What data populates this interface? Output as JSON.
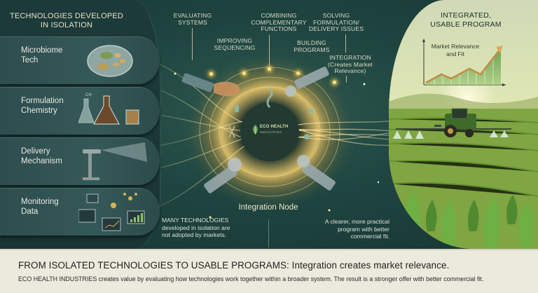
{
  "left_panel": {
    "title_line1": "TECHNOLOGIES DEVELOPED",
    "title_line2": "IN ISOLATION",
    "items": [
      {
        "label_line1": "Microbiome",
        "label_line2": "Tech",
        "icon": "petri-dish-icon"
      },
      {
        "label_line1": "Formulation",
        "label_line2": "Chemistry",
        "icon": "lab-flasks-icon"
      },
      {
        "label_line1": "Delivery",
        "label_line2": "Mechanism",
        "icon": "spray-nozzle-icon"
      },
      {
        "label_line1": "Monitoring",
        "label_line2": "Data",
        "icon": "data-monitors-icon"
      }
    ]
  },
  "center": {
    "process_labels": [
      {
        "line1": "EVALUATING",
        "line2": "SYSTEMS"
      },
      {
        "line1": "IMPROVING",
        "line2": "SEQUENCING"
      },
      {
        "line1": "COMBINING",
        "line2": "COMPLEMENTARY",
        "line3": "FUNCTIONS"
      },
      {
        "line1": "BUILDING",
        "line2": "PROGRAMS"
      },
      {
        "line1": "SOLVING",
        "line2": "FORMULATION/",
        "line3": "DELIVERY ISSUES"
      },
      {
        "line1": "INTEGRATION",
        "line2": "(Creates Market",
        "line3": "Relevance)"
      }
    ],
    "logo": {
      "name": "ECO HEALTH",
      "sub": "INDUSTRIES"
    },
    "node_label": "Integration Node",
    "note_left": {
      "line1": "MANY TECHNOLOGIES",
      "line2": "developed in isolation are",
      "line3": "not adopted by markets."
    },
    "note_right": {
      "line1": "A clearer, more practical",
      "line2": "program with better",
      "line3": "commercial fit."
    }
  },
  "right_panel": {
    "title_line1": "INTEGRATED,",
    "title_line2": "USABLE PROGRAM",
    "chart_title_line1": "Market Relevance",
    "chart_title_line2": "and Fit"
  },
  "footer": {
    "headline": "FROM ISOLATED TECHNOLOGIES TO USABLE PROGRAMS: Integration creates market relevance.",
    "body": "ECO HEALTH INDUSTRIES creates value by evaluating how technologies work together within a broader system. The result is a stronger offer with better commercial fit."
  },
  "colors": {
    "dark_teal": "#1d3a3a",
    "glow_gold": "#ffd66b",
    "field_green": "#6f9a3a",
    "footer_bg": "#ece9dd"
  }
}
